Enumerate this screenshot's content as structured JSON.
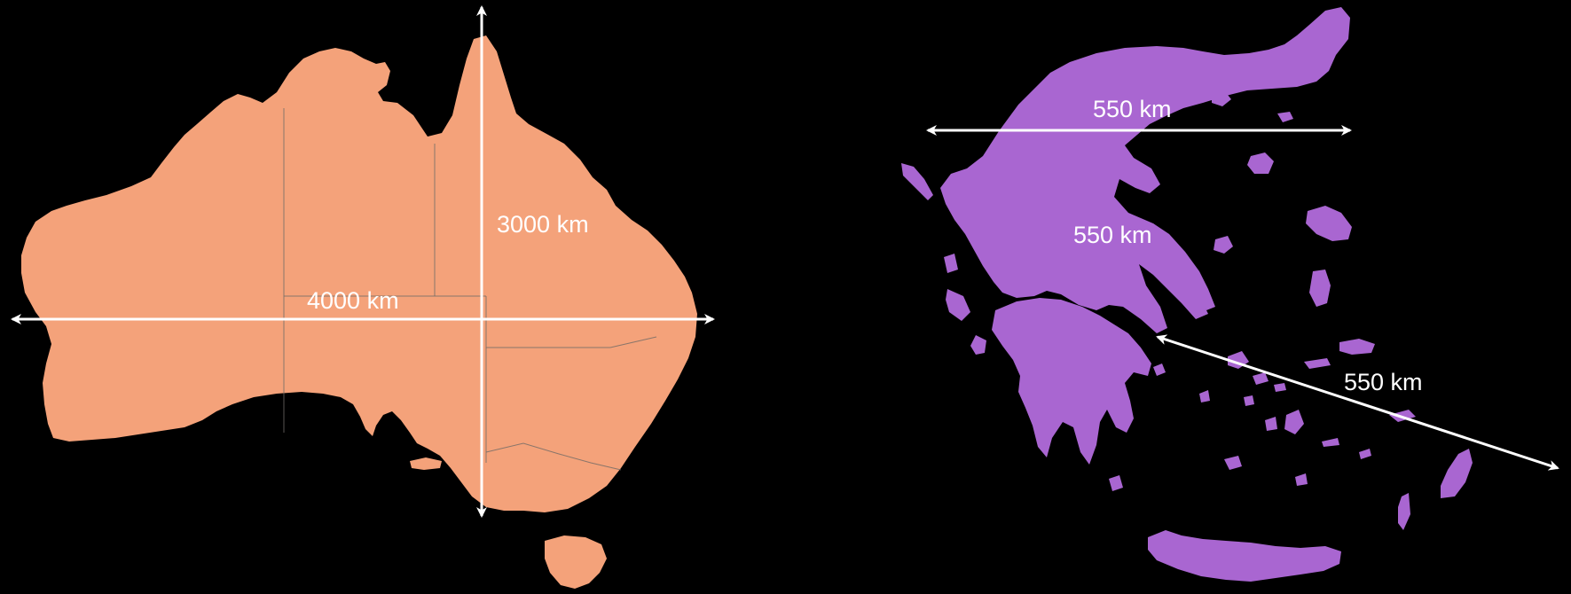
{
  "colors": {
    "background": "#000000",
    "australia_fill": "#f4a27a",
    "greece_fill": "#a966d1",
    "border": "#6e6a66",
    "arrow": "#ffffff"
  },
  "australia": {
    "width_label": "4000 km",
    "height_label": "3000 km"
  },
  "greece": {
    "width_label": "550 km",
    "height_label": "550 km",
    "diagonal_label": "550 km"
  }
}
